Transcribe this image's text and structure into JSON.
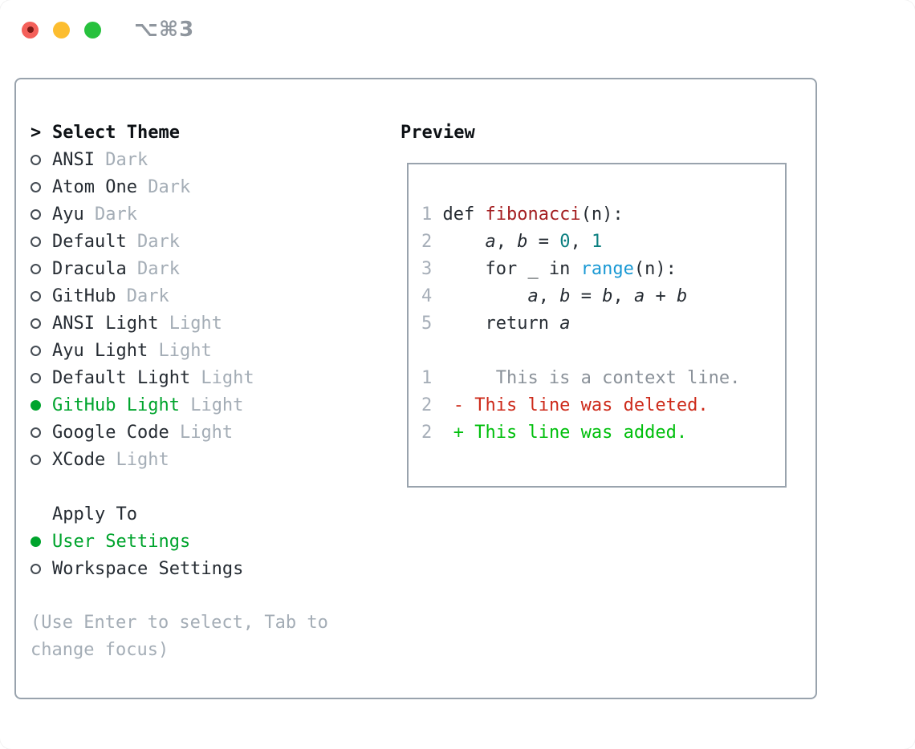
{
  "window": {
    "title": "⌥⌘3",
    "traffic_lights": [
      {
        "name": "close",
        "color": "#f4605a",
        "dot_color": "#7d1a16"
      },
      {
        "name": "minimize",
        "color": "#fcbd2f"
      },
      {
        "name": "zoom",
        "color": "#27c13d"
      }
    ]
  },
  "panel": {
    "select_theme": {
      "marker": ">",
      "label": "Select Theme"
    },
    "themes": [
      {
        "name": "ANSI",
        "mode": "Dark",
        "selected": false
      },
      {
        "name": "Atom One",
        "mode": "Dark",
        "selected": false
      },
      {
        "name": "Ayu",
        "mode": "Dark",
        "selected": false
      },
      {
        "name": "Default",
        "mode": "Dark",
        "selected": false
      },
      {
        "name": "Dracula",
        "mode": "Dark",
        "selected": false
      },
      {
        "name": "GitHub",
        "mode": "Dark",
        "selected": false
      },
      {
        "name": "ANSI Light",
        "mode": "Light",
        "selected": false
      },
      {
        "name": "Ayu Light",
        "mode": "Light",
        "selected": false
      },
      {
        "name": "Default Light",
        "mode": "Light",
        "selected": false
      },
      {
        "name": "GitHub Light",
        "mode": "Light",
        "selected": true
      },
      {
        "name": "Google Code",
        "mode": "Light",
        "selected": false
      },
      {
        "name": "XCode",
        "mode": "Light",
        "selected": false
      }
    ],
    "apply_to": {
      "label": "Apply To",
      "options": [
        {
          "label": "User Settings",
          "selected": true
        },
        {
          "label": "Workspace Settings",
          "selected": false
        }
      ]
    },
    "hint": "(Use Enter to select, Tab to change focus)",
    "preview": {
      "label": "Preview",
      "code_lines": [
        {
          "num": "1",
          "segments": [
            {
              "t": "def ",
              "s": "plain"
            },
            {
              "t": "fibonacci",
              "s": "func"
            },
            {
              "t": "(n):",
              "s": "plain"
            }
          ]
        },
        {
          "num": "2",
          "segments": [
            {
              "t": "    ",
              "s": "plain"
            },
            {
              "t": "a",
              "s": "var"
            },
            {
              "t": ", ",
              "s": "plain"
            },
            {
              "t": "b",
              "s": "var"
            },
            {
              "t": " = ",
              "s": "plain"
            },
            {
              "t": "0",
              "s": "num"
            },
            {
              "t": ", ",
              "s": "plain"
            },
            {
              "t": "1",
              "s": "num"
            }
          ]
        },
        {
          "num": "3",
          "segments": [
            {
              "t": "    for _ in ",
              "s": "plain"
            },
            {
              "t": "range",
              "s": "builtin"
            },
            {
              "t": "(n):",
              "s": "plain"
            }
          ]
        },
        {
          "num": "4",
          "segments": [
            {
              "t": "        ",
              "s": "plain"
            },
            {
              "t": "a",
              "s": "var"
            },
            {
              "t": ", ",
              "s": "plain"
            },
            {
              "t": "b",
              "s": "var"
            },
            {
              "t": " = ",
              "s": "plain"
            },
            {
              "t": "b",
              "s": "var"
            },
            {
              "t": ", ",
              "s": "plain"
            },
            {
              "t": "a",
              "s": "var"
            },
            {
              "t": " + ",
              "s": "plain"
            },
            {
              "t": "b",
              "s": "var"
            }
          ]
        },
        {
          "num": "5",
          "segments": [
            {
              "t": "    return ",
              "s": "plain"
            },
            {
              "t": "a",
              "s": "var"
            }
          ]
        }
      ],
      "diff_lines": [
        {
          "num": "1",
          "segments": [
            {
              "t": "     This is a context line.",
              "s": "context"
            }
          ]
        },
        {
          "num": "2",
          "segments": [
            {
              "t": " ",
              "s": "plain"
            },
            {
              "t": "- This line was deleted.",
              "s": "del"
            }
          ]
        },
        {
          "num": "2",
          "segments": [
            {
              "t": " ",
              "s": "plain"
            },
            {
              "t": "+ This line was added.",
              "s": "add"
            }
          ]
        }
      ]
    }
  },
  "colors": {
    "selection_green": "#00a42d",
    "added_green": "#00bf0c",
    "deleted_red": "#cd2a1a",
    "function_red": "#a41f22",
    "builtin_blue": "#1a99d4",
    "number_teal": "#0b7f80",
    "context_gray": "#8a9199",
    "muted_gray": "#a4adb6",
    "border_gray": "#99a3ad",
    "title_gray": "#8f969e"
  }
}
